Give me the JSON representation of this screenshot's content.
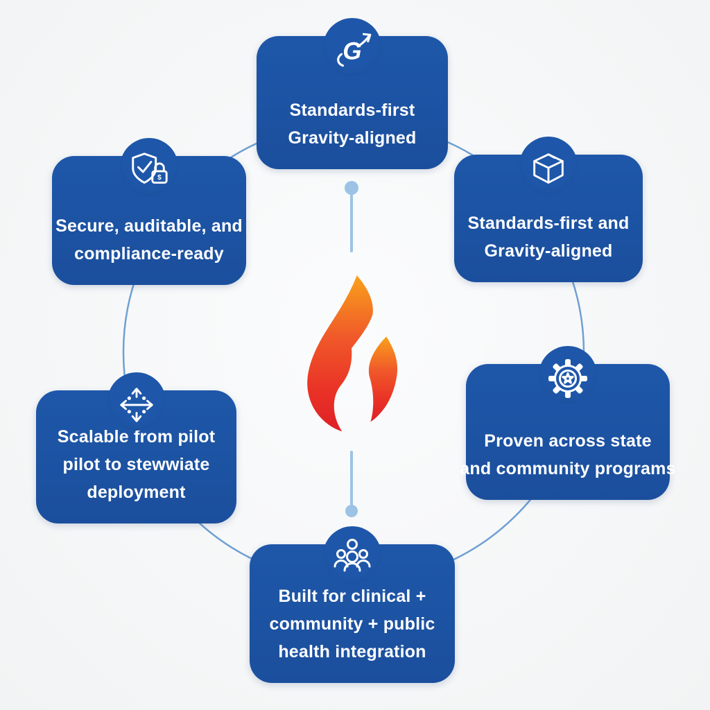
{
  "diagram": {
    "description": "Six blue value-proposition cards arranged on a circle around a central flame logo",
    "colors": {
      "background": "#F6F7F8",
      "card_blue": "#1C53A3",
      "card_text": "#FFFFFF",
      "circle_line": "#6FA0D2",
      "connector_line": "#9CC3E6",
      "flame_top": "#F9A11B",
      "flame_mid": "#F0582A",
      "flame_bottom": "#DE2127"
    },
    "center": {
      "icon": "flame-icon"
    }
  },
  "cards": [
    {
      "id": "top",
      "icon": "gravity-g-arrow-icon",
      "icon_glyph": "G",
      "lines": [
        "Standards-first",
        "Gravity-aligned"
      ]
    },
    {
      "id": "top-left",
      "icon": "shield-check-lock-icon",
      "lock_glyph": "$",
      "lines": [
        "Secure, auditable, and",
        "compliance-ready"
      ]
    },
    {
      "id": "top-right",
      "icon": "cube-icon",
      "lines": [
        "Standards-first and",
        "Gravity-aligned"
      ]
    },
    {
      "id": "right",
      "icon": "gear-star-icon",
      "lines": [
        "Proven across state",
        "and community programs"
      ]
    },
    {
      "id": "bottom-left",
      "icon": "scale-move-arrows-icon",
      "lines": [
        "Scalable from pilot",
        "pilot to stewwiate",
        "deployment"
      ]
    },
    {
      "id": "bottom",
      "icon": "people-group-icon",
      "lines": [
        "Built for clinical +",
        "community + public",
        "health integration"
      ]
    }
  ]
}
